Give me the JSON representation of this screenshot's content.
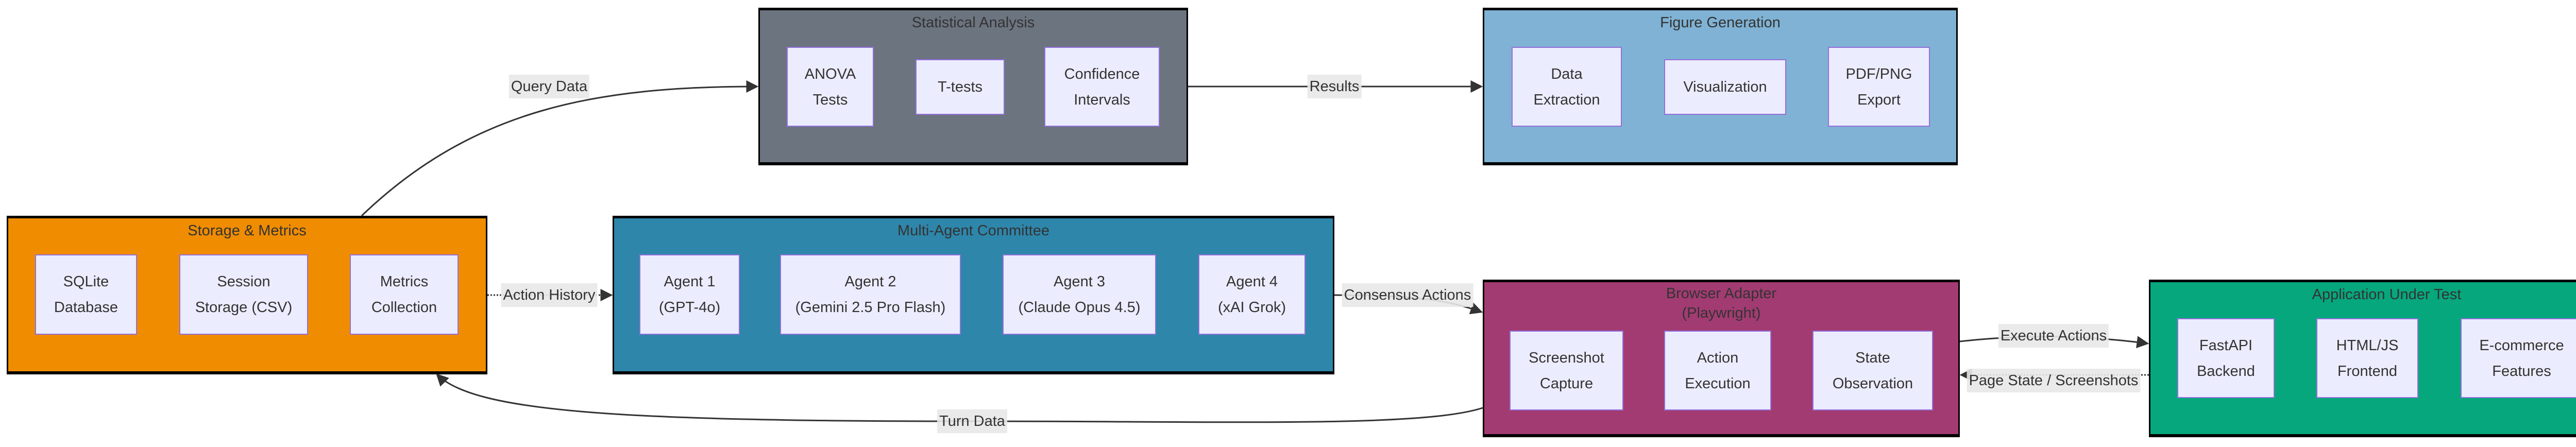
{
  "colors": {
    "statistical_analysis": "#6c7480",
    "figure_generation": "#7fb2d4",
    "storage_metrics": "#f08c00",
    "multi_agent_committee": "#2e86ab",
    "browser_adapter": "#a23b72",
    "application_under_test": "#06a77d",
    "node_fill": "#ececff",
    "node_border": "#9370db",
    "edge_label_bg": "#e8e8e8"
  },
  "clusters": {
    "statistical_analysis": {
      "title": "Statistical Analysis",
      "nodes": [
        {
          "line1": "ANOVA",
          "line2": "Tests"
        },
        {
          "line1": "T-tests"
        },
        {
          "line1": "Confidence",
          "line2": "Intervals"
        }
      ]
    },
    "figure_generation": {
      "title": "Figure Generation",
      "nodes": [
        {
          "line1": "Data",
          "line2": "Extraction"
        },
        {
          "line1": "Visualization"
        },
        {
          "line1": "PDF/PNG",
          "line2": "Export"
        }
      ]
    },
    "storage_metrics": {
      "title": "Storage & Metrics",
      "nodes": [
        {
          "line1": "SQLite",
          "line2": "Database"
        },
        {
          "line1": "Session",
          "line2": "Storage (CSV)"
        },
        {
          "line1": "Metrics",
          "line2": "Collection"
        }
      ]
    },
    "multi_agent_committee": {
      "title": "Multi-Agent Committee",
      "nodes": [
        {
          "line1": "Agent 1",
          "line2": "(GPT-4o)"
        },
        {
          "line1": "Agent 2",
          "line2": "(Gemini 2.5 Pro Flash)"
        },
        {
          "line1": "Agent 3",
          "line2": "(Claude Opus 4.5)"
        },
        {
          "line1": "Agent 4",
          "line2": "(xAI Grok)"
        }
      ]
    },
    "browser_adapter": {
      "title": "Browser Adapter",
      "subtitle": "(Playwright)",
      "nodes": [
        {
          "line1": "Screenshot",
          "line2": "Capture"
        },
        {
          "line1": "Action",
          "line2": "Execution"
        },
        {
          "line1": "State",
          "line2": "Observation"
        }
      ]
    },
    "application_under_test": {
      "title": "Application Under Test",
      "nodes": [
        {
          "line1": "FastAPI",
          "line2": "Backend"
        },
        {
          "line1": "HTML/JS",
          "line2": "Frontend"
        },
        {
          "line1": "E-commerce",
          "line2": "Features"
        }
      ]
    }
  },
  "edges": {
    "query_data": "Query Data",
    "results": "Results",
    "action_history": "Action History",
    "consensus_actions": "Consensus Actions",
    "execute_actions": "Execute Actions",
    "page_state": "Page State / Screenshots",
    "turn_data": "Turn Data"
  }
}
